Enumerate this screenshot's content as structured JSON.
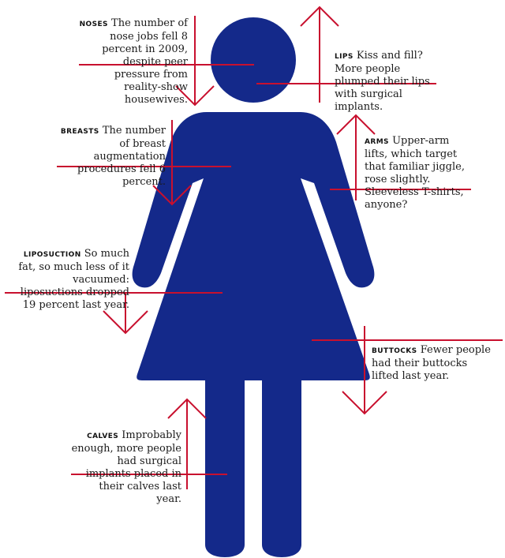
{
  "colors": {
    "figure": "#14298a",
    "line": "#c8102e",
    "text": "#1a1a1a"
  },
  "callouts": {
    "noses": {
      "label": "NOSES",
      "text": "The number of nose jobs fell 8 percent in 2009, despite peer pressure from reality-show housewives.",
      "direction": "down"
    },
    "lips": {
      "label": "LIPS",
      "text": "Kiss and fill? More people plumped their lips with surgical implants.",
      "direction": "up"
    },
    "breasts": {
      "label": "BREASTS",
      "text": "The number of breast augmentation procedures fell 6 percent.",
      "direction": "down"
    },
    "arms": {
      "label": "ARMS",
      "text": "Upper-arm lifts, which target that familiar jiggle, rose slightly. Sleeveless T-shirts, anyone?",
      "direction": "up"
    },
    "liposuction": {
      "label": "LIPOSUCTION",
      "text": "So much fat, so much less of it vacuumed: liposuctions dropped 19 percent last year.",
      "direction": "down"
    },
    "buttocks": {
      "label": "BUTTOCKS",
      "text": "Fewer people had their buttocks lifted last year.",
      "direction": "down"
    },
    "calves": {
      "label": "CALVES",
      "text": "Improbably enough, more people had surgical implants placed in their calves last year.",
      "direction": "up"
    }
  }
}
